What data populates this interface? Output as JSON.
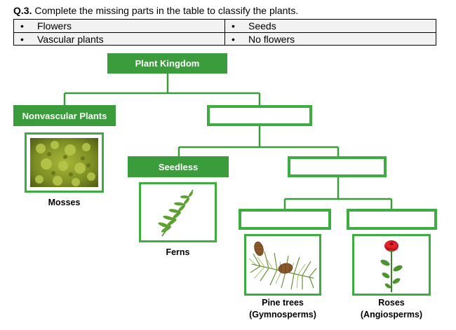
{
  "question": {
    "number": "Q.3.",
    "text": " Complete the missing parts in the table to classify the plants."
  },
  "word_bank": {
    "items": [
      "Flowers",
      "Seeds",
      "Vascular plants",
      "No flowers"
    ],
    "bullet": "•"
  },
  "tree": {
    "root": "Plant Kingdom",
    "nonvascular": "Nonvascular Plants",
    "seedless": "Seedless",
    "blank_vascular": "",
    "blank_seeds": "",
    "blank_no_flowers": "",
    "blank_flowers": ""
  },
  "captions": {
    "mosses": "Mosses",
    "ferns": "Ferns",
    "pine_line1": "Pine trees",
    "pine_line2": "(Gymnosperms)",
    "roses_line1": "Roses",
    "roses_line2": "(Angiosperms)"
  },
  "colors": {
    "green_fill": "#3a9c3a",
    "green_border": "#3fab43",
    "connector": "#3a9c3a"
  }
}
